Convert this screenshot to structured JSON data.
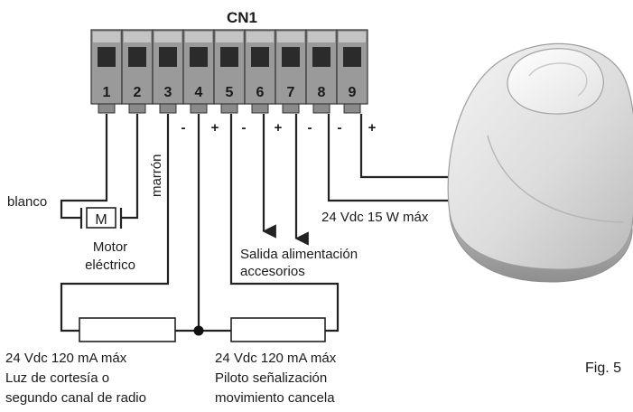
{
  "connector": {
    "label": "CN1",
    "terminals": [
      "1",
      "2",
      "3",
      "4",
      "5",
      "6",
      "7",
      "8",
      "9"
    ],
    "polarity": [
      "-",
      "+",
      "-",
      "+",
      "-",
      "+",
      "-",
      "+"
    ]
  },
  "labels": {
    "wire_blanco": "blanco",
    "wire_marron": "marrón",
    "motor_symbol": "M",
    "motor_line1": "Motor",
    "motor_line2": "eléctrico",
    "lamp_power": "24 Vdc 15 W máx",
    "accessory_line1": "Salida alimentación",
    "accessory_line2": "accesorios",
    "left_load_line1": "24 Vdc 120 mA máx",
    "left_load_line2": "Luz de cortesía o",
    "left_load_line3": "segundo canal de radio",
    "right_load_line1": "24 Vdc 120 mA máx",
    "right_load_line2": "Piloto señalización",
    "right_load_line3": "movimiento cancela",
    "figure": "Fig. 5"
  },
  "colors": {
    "line": "#222222",
    "terminal_gray": "#9a9a9a",
    "terminal_dark": "#2b2b2b",
    "lamp_body": "#e6e6e6",
    "lamp_shadow": "#a8a8a8"
  }
}
